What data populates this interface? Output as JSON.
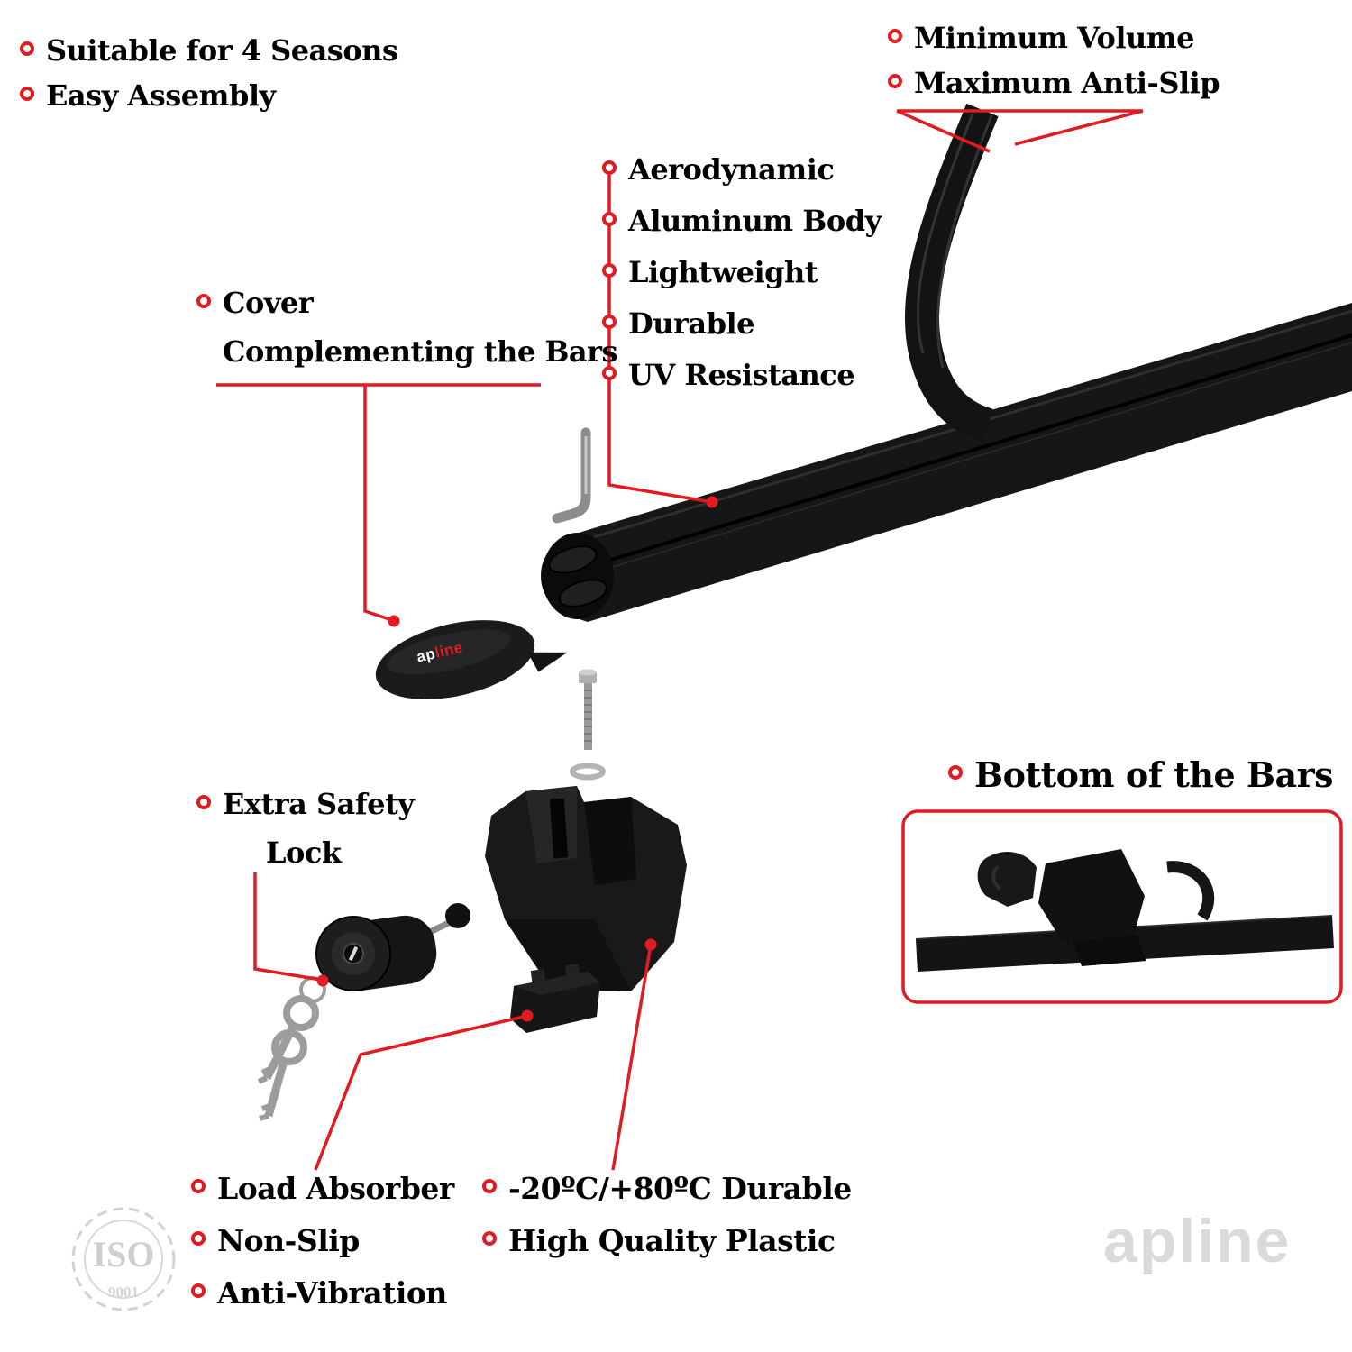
{
  "colors": {
    "accent": "#e11b22",
    "product_black": "#161616",
    "watermark_gray": "#dadada"
  },
  "labels": {
    "top_left": [
      "Suitable for 4 Seasons",
      "Easy Assembly"
    ],
    "top_right": [
      "Minimum Volume",
      "Maximum Anti-Slip"
    ],
    "bar_features": [
      "Aerodynamic",
      "Aluminum Body",
      "Lightweight",
      "Durable",
      "UV Resistance"
    ],
    "cover": {
      "line1": "Cover",
      "line2": "Complementing the Bars"
    },
    "safety_lock": {
      "line1": "Extra Safety",
      "line2": "Lock"
    },
    "bottom_of_bars": "Bottom of the Bars",
    "bottom_left": [
      "Load Absorber",
      "Non-Slip",
      "Anti-Vibration"
    ],
    "bottom_right": [
      "-20ºC/+80ºC Durable",
      "High Quality Plastic"
    ]
  },
  "brand": {
    "prefix": "ap",
    "suffix": "line",
    "watermark": "apline"
  },
  "iso_stamp": {
    "title": "ISO",
    "subtitle": "9001"
  }
}
